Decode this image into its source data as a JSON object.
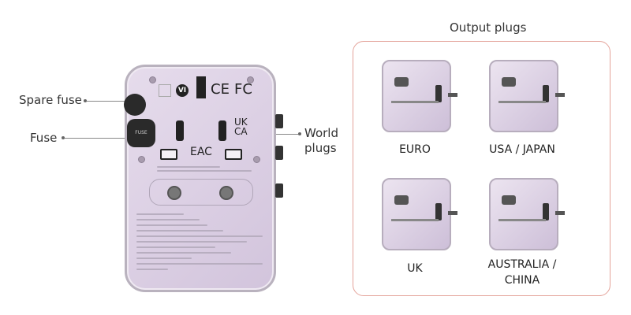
{
  "callouts": {
    "spare_fuse": "Spare fuse",
    "fuse": "Fuse",
    "world_plugs": "World plugs"
  },
  "device": {
    "marks": {
      "vi": "VI",
      "ce": "CE",
      "fcc": "FC",
      "ukca_top": "UK",
      "ukca_bottom": "CA",
      "eac": "EAC",
      "fuse": "FUSE"
    }
  },
  "output": {
    "title": "Output plugs",
    "plugs": [
      {
        "label": "EURO"
      },
      {
        "label": "USA / JAPAN"
      },
      {
        "label": "UK"
      },
      {
        "label": "AUSTRALIA / CHINA"
      }
    ]
  },
  "colors": {
    "device": "#d9cde0",
    "frame": "#e4a39a"
  }
}
